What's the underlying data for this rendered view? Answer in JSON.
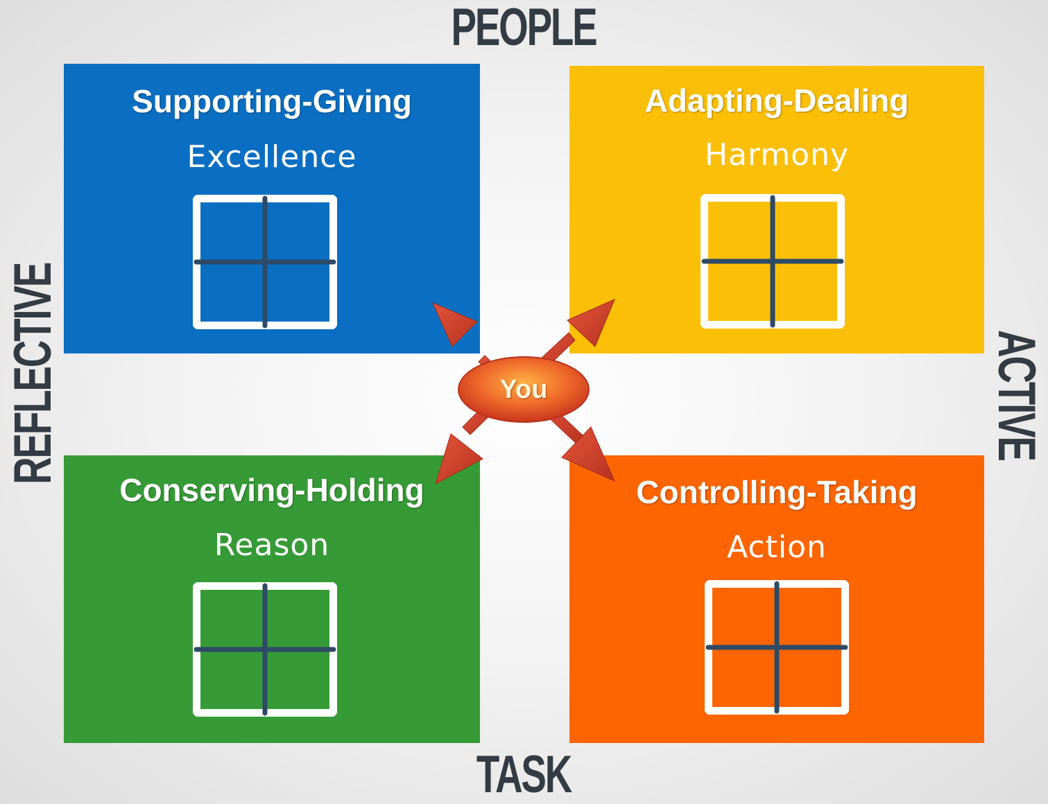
{
  "axes": {
    "top": "PEOPLE",
    "bottom": "TASK",
    "left": "REFLECTIVE",
    "right": "ACTIVE"
  },
  "quadrants": {
    "top_left": {
      "title": "Supporting-Giving",
      "subtitle": "Excellence",
      "color": "#0a6fc2"
    },
    "top_right": {
      "title": "Adapting-Dealing",
      "subtitle": "Harmony",
      "color": "#fcbf07"
    },
    "bottom_left": {
      "title": "Conserving-Holding",
      "subtitle": "Reason",
      "color": "#369b36"
    },
    "bottom_right": {
      "title": "Controlling-Taking",
      "subtitle": "Action",
      "color": "#fc6502"
    }
  },
  "center": {
    "label": "You",
    "arrow_color": "#d9442c"
  },
  "icons": [
    "grid-quadrant-icon",
    "arrow-icon"
  ]
}
